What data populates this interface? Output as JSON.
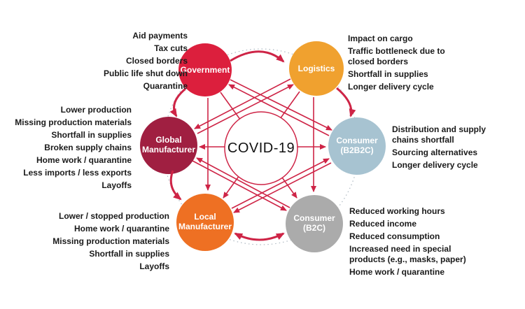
{
  "colors": {
    "arrow": "#CE2446",
    "ring": "#AEB9C2",
    "government": "#DC1F3D",
    "logistics": "#F0A12F",
    "global_manufacturer": "#A01F41",
    "consumer_b2b2c": "#A7C3D1",
    "local_manufacturer": "#EE7023",
    "consumer_b2c": "#ABABAB",
    "covid_fill": "#FFFFFF",
    "text": "#1A1A1A"
  },
  "center": {
    "label": "COVID-19"
  },
  "nodes": {
    "government": {
      "label": "Government",
      "impacts": [
        "Aid payments",
        "Tax cuts",
        "Closed borders",
        "Public life shut down",
        "Quarantine"
      ]
    },
    "logistics": {
      "label": "Logistics",
      "impacts": [
        "Impact on cargo",
        "Traffic bottleneck due to closed borders",
        "Shortfall in supplies",
        "Longer delivery cycle"
      ]
    },
    "global_manufacturer": {
      "label": "Global\nManufacturer",
      "impacts": [
        "Lower production",
        "Missing production materials",
        "Shortfall in supplies",
        "Broken supply chains",
        "Home work / quarantine",
        "Less imports / less exports",
        "Layoffs"
      ]
    },
    "consumer_b2b2c": {
      "label": "Consumer\n(B2B2C)",
      "impacts": [
        "Distribution and supply chains shortfall",
        "Sourcing alternatives",
        "Longer delivery cycle"
      ]
    },
    "local_manufacturer": {
      "label": "Local\nManufacturer",
      "impacts": [
        "Lower / stopped production",
        "Home work / quarantine",
        "Missing production materials",
        "Shortfall in supplies",
        "Layoffs"
      ]
    },
    "consumer_b2c": {
      "label": "Consumer\n(B2C)",
      "impacts": [
        "Reduced working hours",
        "Reduced income",
        "Reduced consumption",
        "Increased need in special products (e.g., masks, paper)",
        "Home work / quarantine"
      ]
    }
  }
}
